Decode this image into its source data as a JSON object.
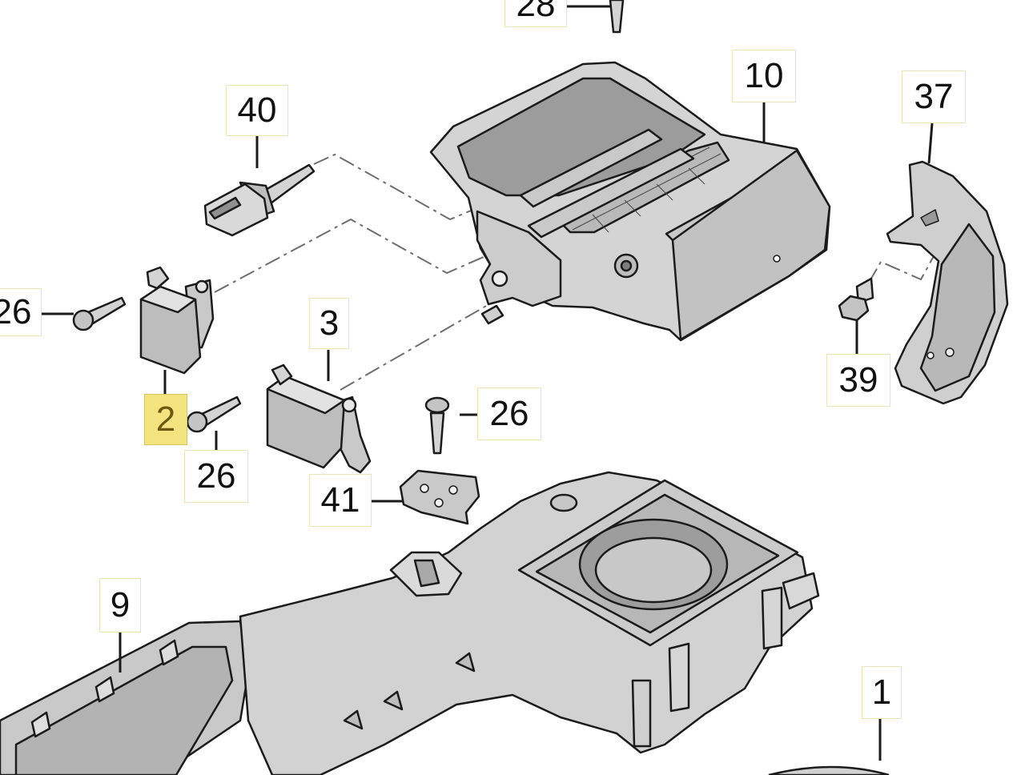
{
  "diagram": {
    "callouts": [
      {
        "id": "callout-28",
        "label": "28"
      },
      {
        "id": "callout-40",
        "label": "40"
      },
      {
        "id": "callout-10",
        "label": "10"
      },
      {
        "id": "callout-37",
        "label": "37"
      },
      {
        "id": "callout-26-left",
        "label": "26"
      },
      {
        "id": "callout-3",
        "label": "3"
      },
      {
        "id": "callout-2",
        "label": "2",
        "selected": true
      },
      {
        "id": "callout-26-lower",
        "label": "26"
      },
      {
        "id": "callout-26-right",
        "label": "26"
      },
      {
        "id": "callout-41",
        "label": "41"
      },
      {
        "id": "callout-39",
        "label": "39"
      },
      {
        "id": "callout-9",
        "label": "9"
      },
      {
        "id": "callout-1",
        "label": "1"
      }
    ],
    "colors": {
      "part_fill": "#d9d9d9",
      "part_dark": "#a9a9a9",
      "part_light": "#efefef",
      "outline": "#1b1b1b",
      "selected_highlight": "#f4e47f"
    }
  }
}
